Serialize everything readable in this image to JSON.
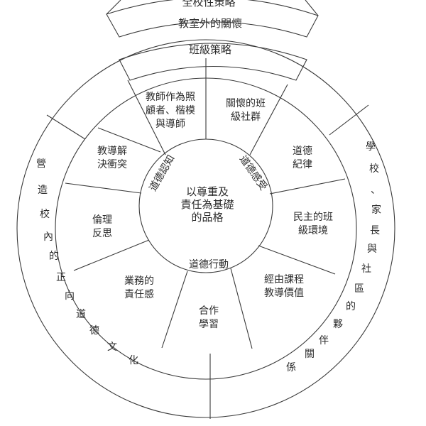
{
  "center": [
    "以尊重及",
    "責任為基礎",
    "的品格"
  ],
  "center_ring": {
    "left": "道德認知",
    "right": "道德感受",
    "bottom": "道德行動"
  },
  "segments": [
    [
      "教師作為照",
      "顧者、楷模",
      "與導師"
    ],
    [
      "關懷的班",
      "級社群"
    ],
    [
      "道德",
      "紀律"
    ],
    [
      "民主的班",
      "級環境"
    ],
    [
      "經由課程",
      "教導價值"
    ],
    [
      "合作",
      "學習"
    ],
    [
      "業務的",
      "責任感"
    ],
    [
      "倫理",
      "反思"
    ],
    [
      "教導解",
      "決衝突"
    ]
  ],
  "banners": {
    "school_strategy": "全校性策略",
    "outside_care": "教室外的關懷",
    "class_strategy": "班級策略"
  },
  "outer_left": "營造校內的正向道德文化",
  "outer_right": "學校、家長與社區的夥伴關係"
}
